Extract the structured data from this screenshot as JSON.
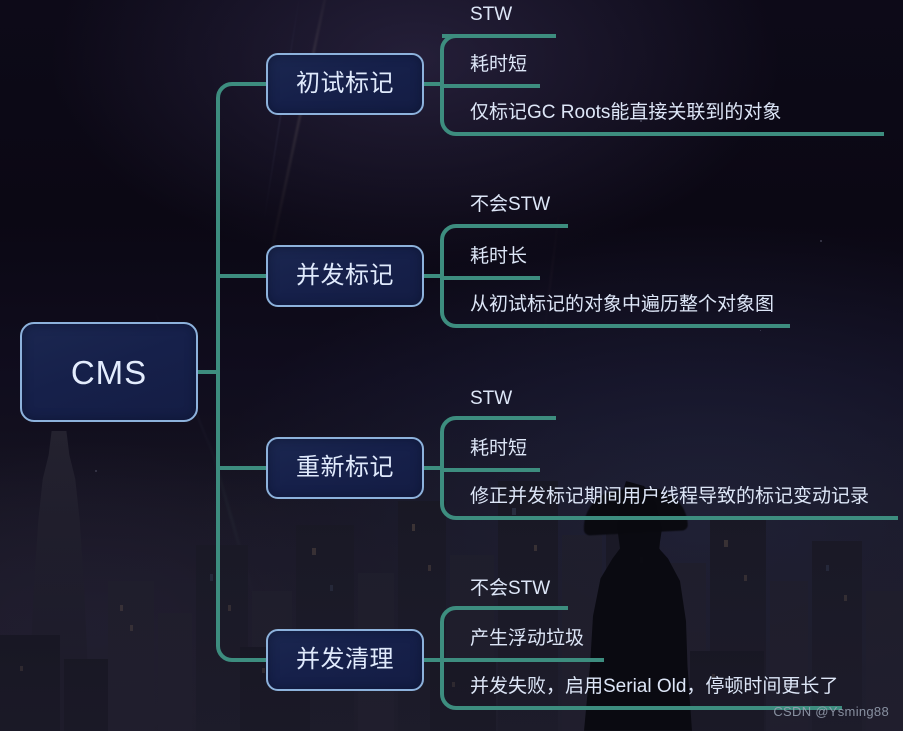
{
  "diagram": {
    "type": "mindmap",
    "root": {
      "label": "CMS"
    },
    "branches": [
      {
        "label": "初试标记",
        "leaves": [
          "STW",
          "耗时短",
          "仅标记GC Roots能直接关联到的对象"
        ]
      },
      {
        "label": "并发标记",
        "leaves": [
          "不会STW",
          "耗时长",
          "从初试标记的对象中遍历整个对象图"
        ]
      },
      {
        "label": "重新标记",
        "leaves": [
          "STW",
          "耗时短",
          "修正并发标记期间用户线程导致的标记变动记录"
        ]
      },
      {
        "label": "并发清理",
        "leaves": [
          "不会STW",
          "产生浮动垃圾",
          "并发失败，启用Serial Old，停顿时间更长了"
        ]
      }
    ]
  },
  "watermark": {
    "text": "CSDN @Ysming88"
  },
  "colors": {
    "connector": "#3d8d7f",
    "node_border": "#8db2dc",
    "node_fill": "#16204a",
    "text": "#dde6f7",
    "background": "#0d0a18"
  }
}
